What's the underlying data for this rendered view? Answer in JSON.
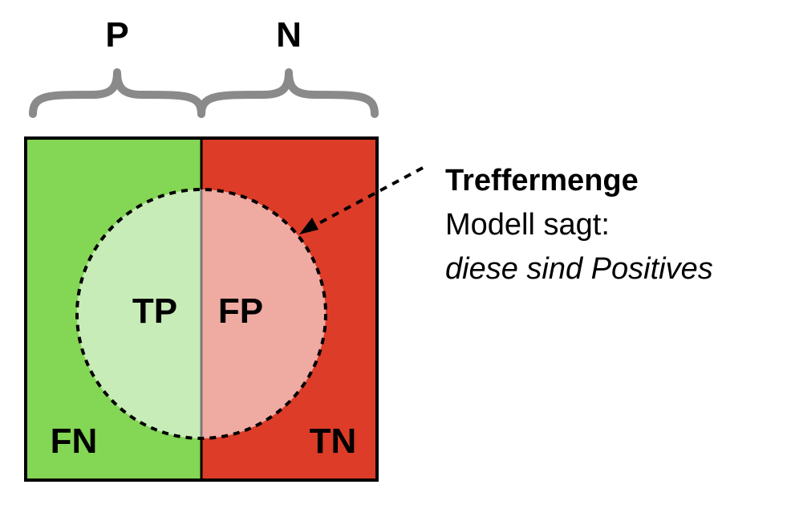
{
  "labels": {
    "p": "P",
    "n": "N",
    "tp": "TP",
    "fp": "FP",
    "fn": "FN",
    "tn": "TN"
  },
  "annotation": {
    "title": "Treffermenge",
    "line1": "Modell sagt:",
    "line2": "diese sind Positives"
  },
  "colors": {
    "positive": "#84d655",
    "negative": "#dc3c28",
    "true_positive": "#c8ecb8",
    "false_positive": "#efaaa2",
    "brace": "#8a8a8a",
    "border": "#000000",
    "text": "#000000"
  }
}
